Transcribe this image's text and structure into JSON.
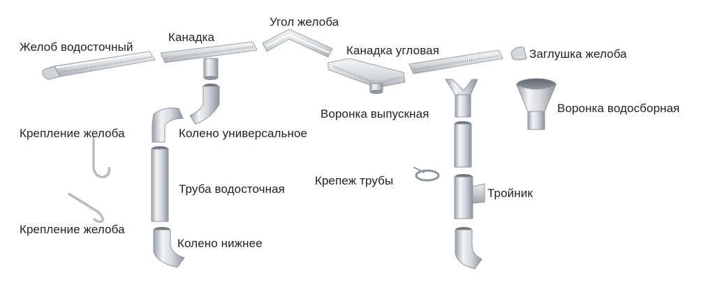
{
  "labels": {
    "gutter": "Желоб водосточный",
    "connector": "Канадка",
    "gutter_corner": "Угол желоба",
    "corner_connector": "Канадка угловая",
    "gutter_cap": "Заглушка желоба",
    "outlet_funnel": "Воронка выпускная",
    "collector_funnel": "Воронка водосборная",
    "bracket_1": "Крепление желоба",
    "bracket_2": "Крепление желоба",
    "universal_elbow": "Колено универсальное",
    "downpipe": "Труба водосточная",
    "pipe_clamp": "Крепеж трубы",
    "tee": "Тройник",
    "bottom_elbow": "Колено нижнее"
  },
  "colors": {
    "metal_light": "#eef0f2",
    "metal_mid": "#c9ced3",
    "metal_dark": "#8d949b",
    "background": "#ffffff",
    "text": "#1f1f1f"
  }
}
